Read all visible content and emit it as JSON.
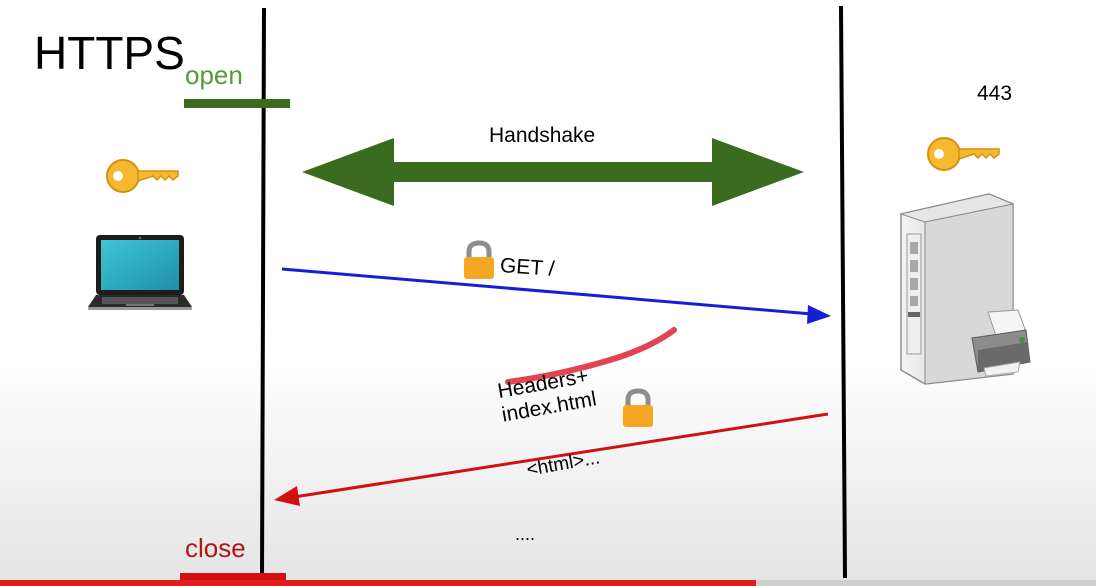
{
  "title": "HTTPS",
  "open_label": "open",
  "close_label": "close",
  "port_label": "443",
  "handshake_label": "Handshake",
  "request_label": "GET /",
  "response_label_line1": "Headers+",
  "response_label_line2": "index.html",
  "response_body_label": "<html>...",
  "ellipsis_label": "....",
  "colors": {
    "handshake_arrow": "#3a6b1f",
    "open_bar": "#3a6b1f",
    "request_arrow": "#1520d6",
    "response_arrow": "#d11111",
    "close_bar": "#d11111",
    "lock": "#f5a623",
    "key": "#f5b82e"
  },
  "icons": {
    "client_device": "laptop-icon",
    "server_device": "server-tower-icon",
    "peripheral": "printer-icon",
    "client_key": "key-icon",
    "server_key": "key-icon",
    "request_lock": "padlock-icon",
    "response_lock": "padlock-icon"
  },
  "progress": 0.69
}
